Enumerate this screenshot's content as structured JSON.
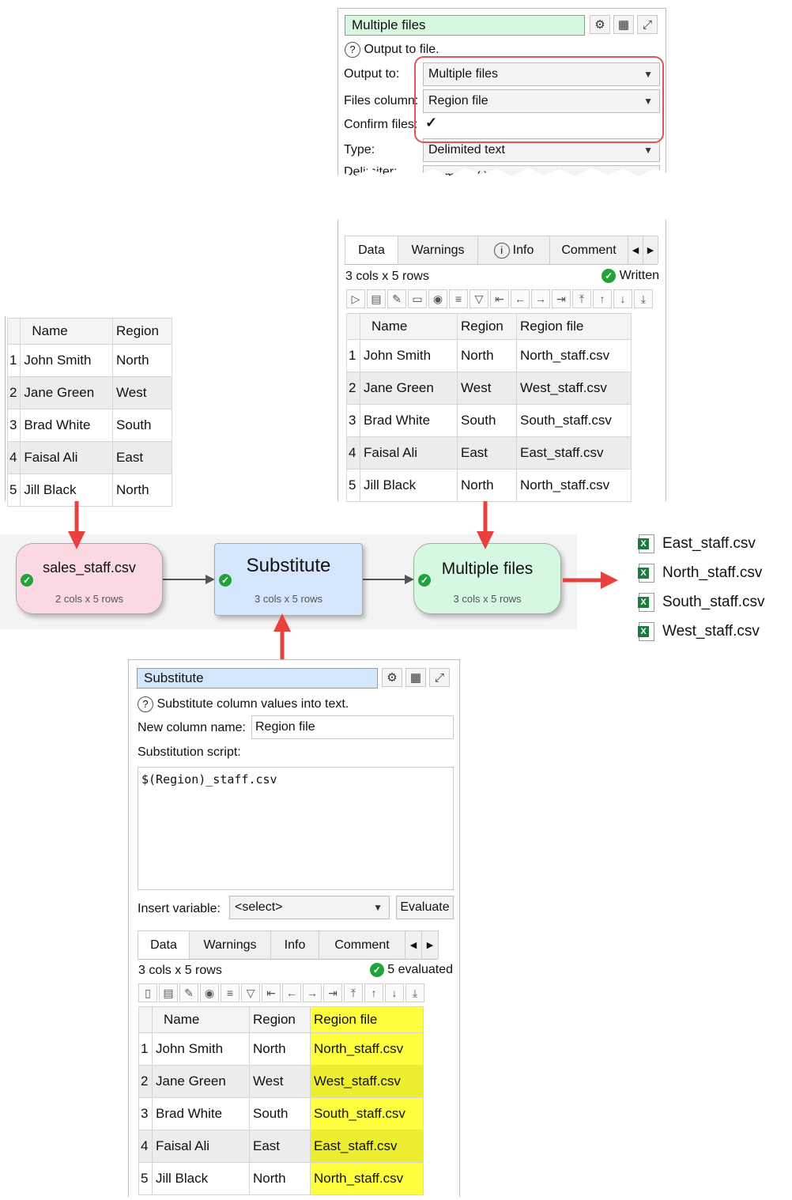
{
  "mf_panel": {
    "title": "Multiple files",
    "help": "Output to file.",
    "output_label": "Output to:",
    "output_value": "Multiple files",
    "files_col_label": "Files column:",
    "files_col_value": "Region file",
    "confirm_label": "Confirm files:",
    "confirm_value": "✓",
    "type_label": "Type:",
    "type_value": "Delimited text",
    "delim_label": "Delimiter:",
    "delim_value": "Comma (,)"
  },
  "mf_data": {
    "tabs": [
      "Data",
      "Warnings",
      "Info",
      "Comment"
    ],
    "dims": "3 cols x 5 rows",
    "status": "Written",
    "headers": [
      "Name",
      "Region",
      "Region file"
    ],
    "rows": [
      [
        "1",
        "John Smith",
        "North",
        "North_staff.csv"
      ],
      [
        "2",
        "Jane Green",
        "West",
        "West_staff.csv"
      ],
      [
        "3",
        "Brad White",
        "South",
        "South_staff.csv"
      ],
      [
        "4",
        "Faisal Ali",
        "East",
        "East_staff.csv"
      ],
      [
        "5",
        "Jill Black",
        "North",
        "North_staff.csv"
      ]
    ]
  },
  "input_table": {
    "headers": [
      "Name",
      "Region"
    ],
    "rows": [
      [
        "1",
        "John Smith",
        "North"
      ],
      [
        "2",
        "Jane Green",
        "West"
      ],
      [
        "3",
        "Brad White",
        "South"
      ],
      [
        "4",
        "Faisal Ali",
        "East"
      ],
      [
        "5",
        "Jill Black",
        "North"
      ]
    ]
  },
  "flow": {
    "node1": {
      "title": "sales_staff.csv",
      "sub": "2 cols x 5 rows",
      "color": "#fbd9e3"
    },
    "node2": {
      "title": "Substitute",
      "sub": "3 cols x 5 rows",
      "color": "#d4e6fb"
    },
    "node3": {
      "title": "Multiple files",
      "sub": "3 cols x 5 rows",
      "color": "#d6f7e0"
    }
  },
  "output_files": [
    "East_staff.csv",
    "North_staff.csv",
    "South_staff.csv",
    "West_staff.csv"
  ],
  "sub_panel": {
    "title": "Substitute",
    "help": "Substitute column values into text.",
    "newcol_label": "New column name:",
    "newcol_value": "Region file",
    "script_label": "Substitution script:",
    "script_value": "$(Region)_staff.csv",
    "insert_label": "Insert variable:",
    "insert_value": "<select>",
    "evaluate_label": "Evaluate"
  },
  "sub_data": {
    "tabs": [
      "Data",
      "Warnings",
      "Info",
      "Comment"
    ],
    "dims": "3 cols x 5 rows",
    "status": "5 evaluated",
    "headers": [
      "Name",
      "Region",
      "Region file"
    ],
    "rows": [
      [
        "1",
        "John Smith",
        "North",
        "North_staff.csv"
      ],
      [
        "2",
        "Jane Green",
        "West",
        "West_staff.csv"
      ],
      [
        "3",
        "Brad White",
        "South",
        "South_staff.csv"
      ],
      [
        "4",
        "Faisal Ali",
        "East",
        "East_staff.csv"
      ],
      [
        "5",
        "Jill Black",
        "North",
        "North_staff.csv"
      ]
    ],
    "highlight_color": "#ffff40"
  },
  "icons": {
    "settings": "gear-icon",
    "table": "table-icon",
    "maximize": "maximize-icon",
    "help": "help-icon",
    "check": "check-icon",
    "dropdown": "chevron-down-icon",
    "excel": "excel-file-icon"
  }
}
